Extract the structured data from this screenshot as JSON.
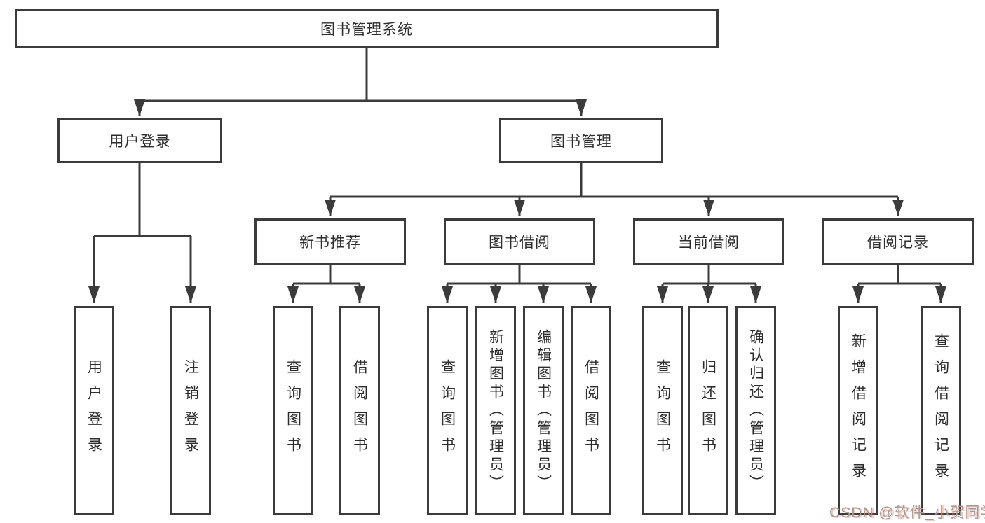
{
  "diagram": {
    "root": {
      "label": "图书管理系统"
    },
    "user_login": {
      "label": "用户登录",
      "leaves": [
        {
          "label": "用户登录"
        },
        {
          "label": "注销登录"
        }
      ]
    },
    "book_mgmt": {
      "label": "图书管理"
    },
    "new_books": {
      "label": "新书推荐",
      "leaves": [
        {
          "label": "查询图书"
        },
        {
          "label": "借阅图书"
        }
      ]
    },
    "borrow": {
      "label": "图书借阅",
      "leaves": [
        {
          "label": "查询图书"
        },
        {
          "label": "新增图书（管理员）"
        },
        {
          "label": "编辑图书（管理员）"
        },
        {
          "label": "借阅图书"
        }
      ]
    },
    "current": {
      "label": "当前借阅",
      "leaves": [
        {
          "label": "查询图书"
        },
        {
          "label": "归还图书"
        },
        {
          "label": "确认归还（管理员）"
        }
      ]
    },
    "records": {
      "label": "借阅记录",
      "leaves": [
        {
          "label": "新增借阅记录"
        },
        {
          "label": "查询借阅记录"
        }
      ]
    }
  },
  "watermark": {
    "text": "CSDN @软件_小贺同学"
  },
  "colors": {
    "line": "#3b3b3b",
    "text": "#2d2d2d",
    "watermark_grey": "#9c9c9c",
    "watermark_red": "#fc5531"
  }
}
